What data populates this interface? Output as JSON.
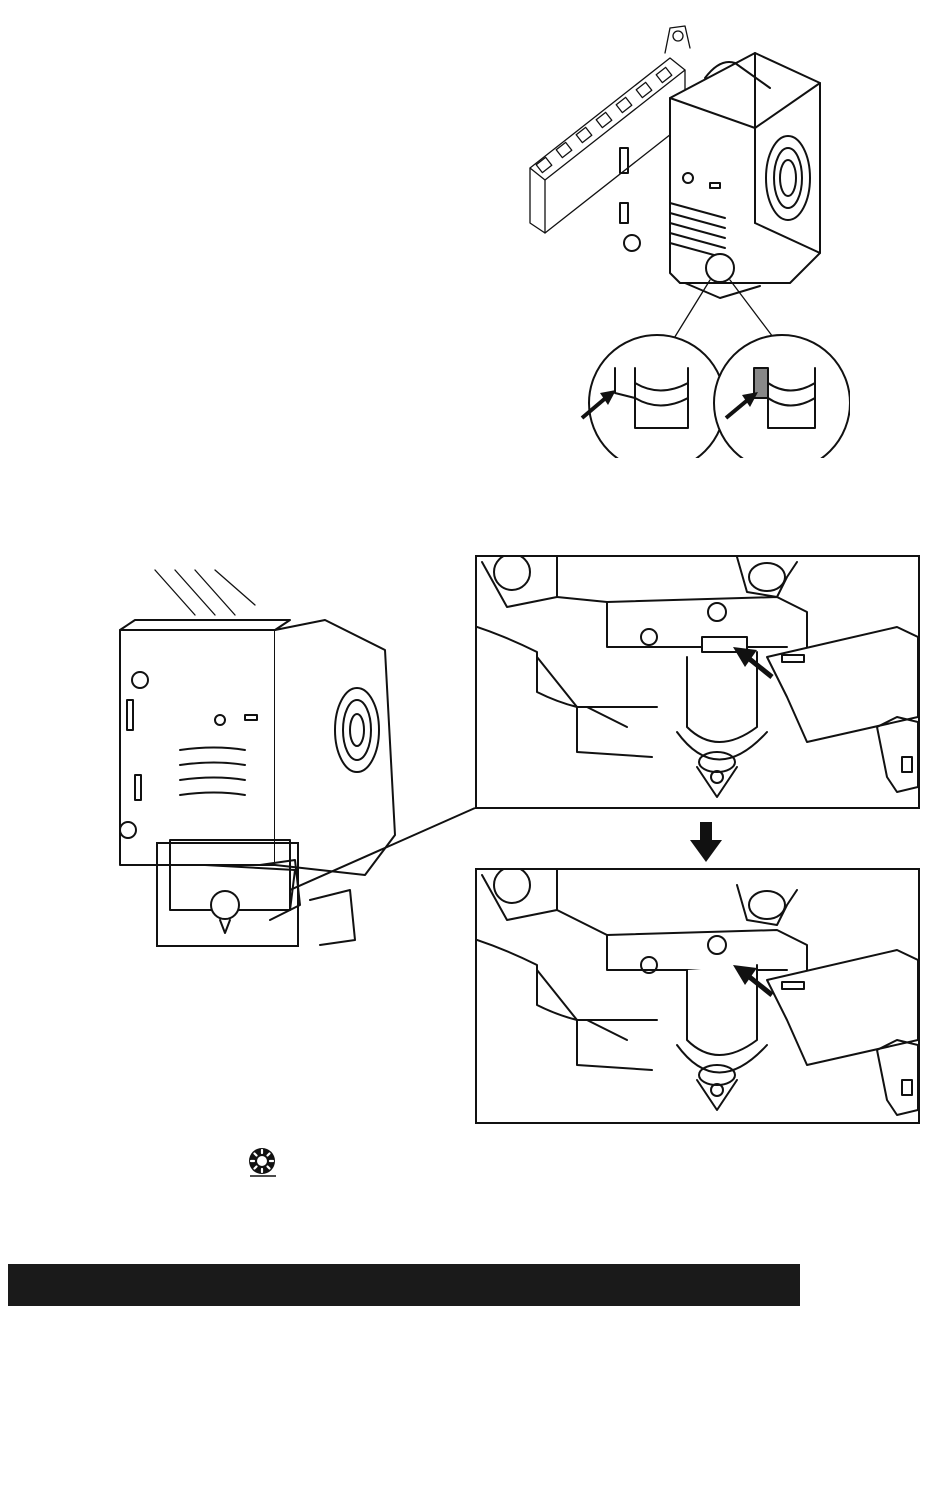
{
  "page": {
    "background": "#ffffff",
    "ink": "#111111",
    "bar_color": "#1a1a1a"
  },
  "figures": {
    "top": {
      "icon": "printhead-assembly",
      "callouts": [
        "detail-left-tab",
        "detail-right-tab"
      ]
    },
    "bottom": {
      "icon": "printhead-tilted",
      "panels": [
        "before-detail",
        "after-detail"
      ],
      "arrow": "down-arrow"
    }
  },
  "icons": {
    "settings": "gear-icon",
    "arrow": "arrow-down-icon"
  },
  "section_bar": {
    "text": ""
  }
}
